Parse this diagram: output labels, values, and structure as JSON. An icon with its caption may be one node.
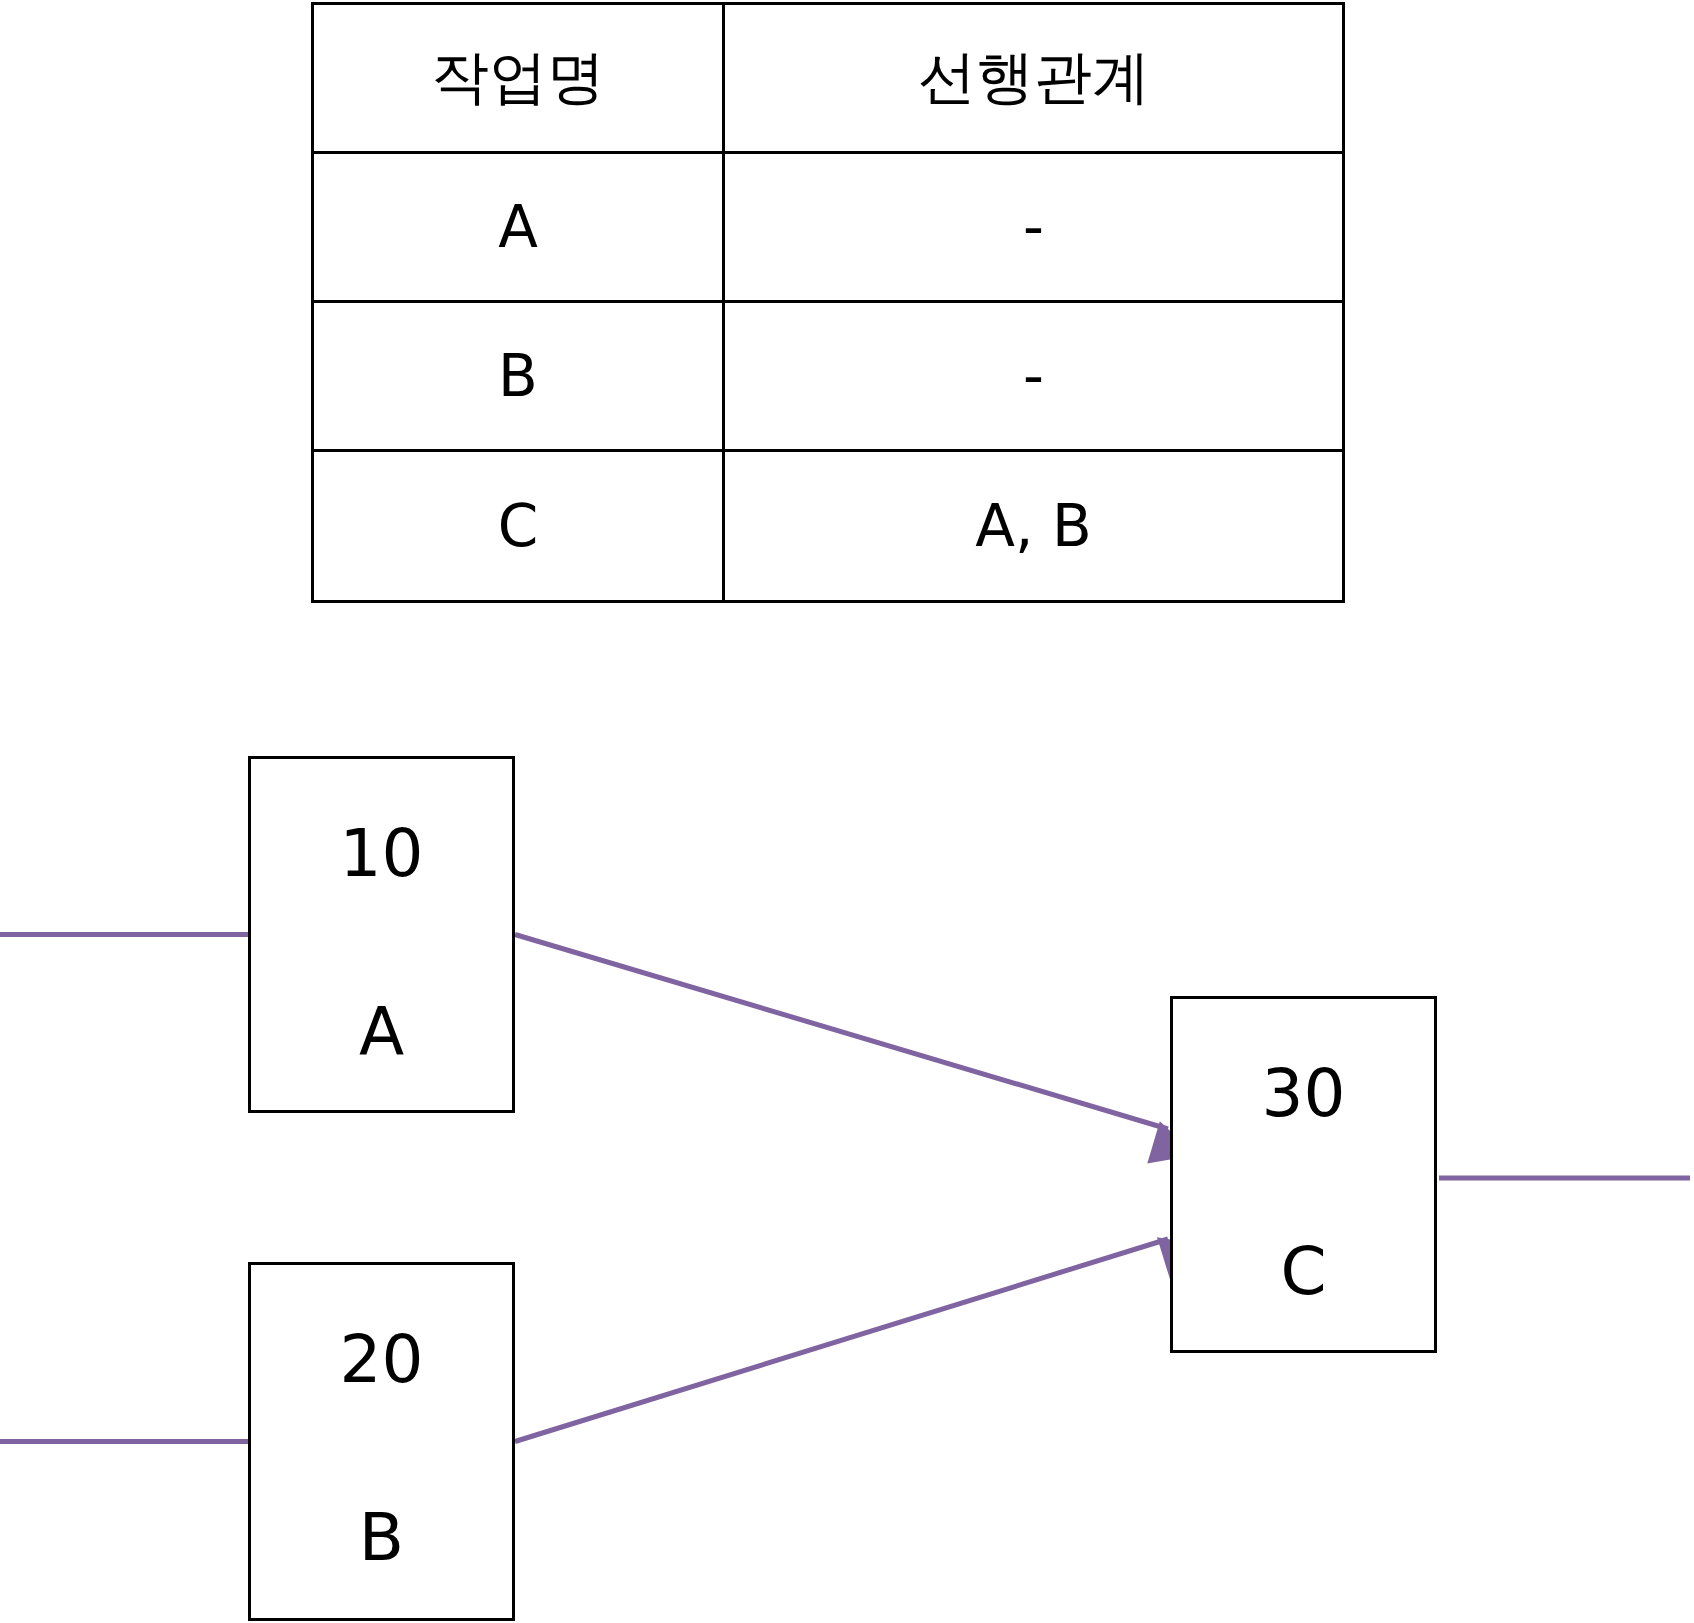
{
  "diagram": {
    "nodes": [
      {
        "text": [
          "10",
          "A"
        ]
      },
      {
        "text": [
          "20",
          "B"
        ]
      },
      {
        "text": [
          "30",
          "C"
        ]
      }
    ],
    "edges": [
      {
        "from": 0,
        "to": 2,
        "arrow": "to"
      },
      {
        "from": 1,
        "to": 2,
        "arrow": "to"
      },
      {
        "from": null,
        "to": 0,
        "arrow": "none"
      },
      {
        "from": null,
        "to": 1,
        "arrow": "none"
      },
      {
        "from": 2,
        "to": null,
        "arrow": "none"
      }
    ],
    "labels": [
      "작업명",
      "선행관계",
      "A",
      "-",
      "B",
      "-",
      "C",
      "A, B"
    ]
  }
}
